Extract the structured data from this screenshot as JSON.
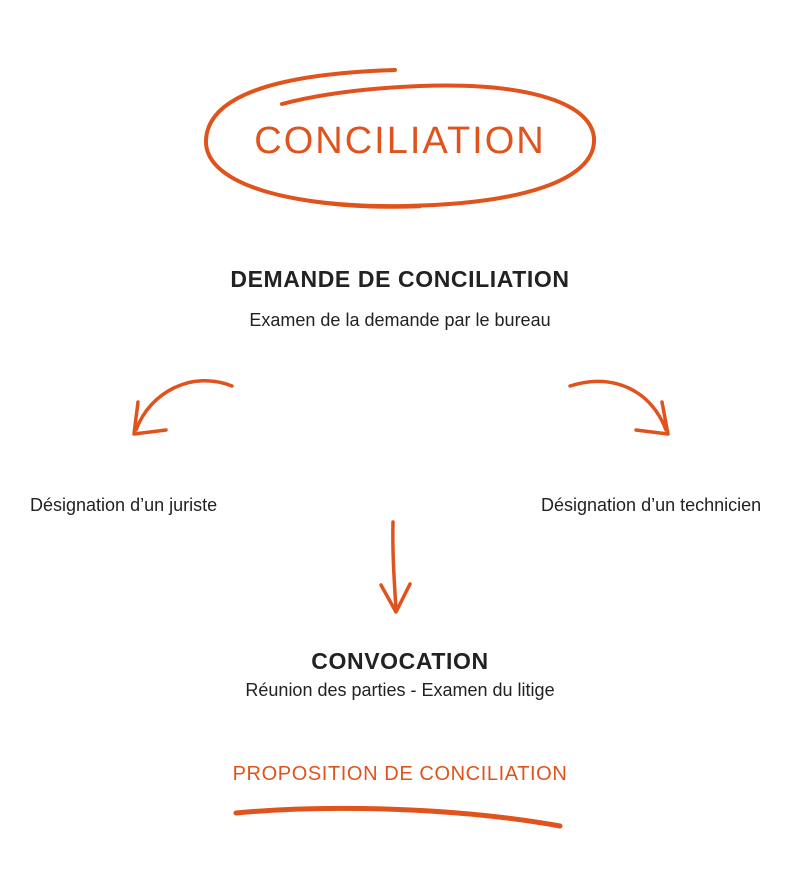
{
  "diagram": {
    "title": "CONCILIATION",
    "steps": {
      "demande": {
        "title": "DEMANDE DE CONCILIATION",
        "subtitle": "Examen de la demande par le bureau"
      },
      "juriste": "Désignation d’un juriste",
      "technicien": "Désignation d’un technicien",
      "convocation": {
        "title": "CONVOCATION",
        "subtitle": "Réunion des parties - Examen du litige"
      },
      "proposition": "PROPOSITION DE CONCILIATION"
    }
  },
  "colors": {
    "accent": "#e0531c",
    "text": "#222222"
  }
}
